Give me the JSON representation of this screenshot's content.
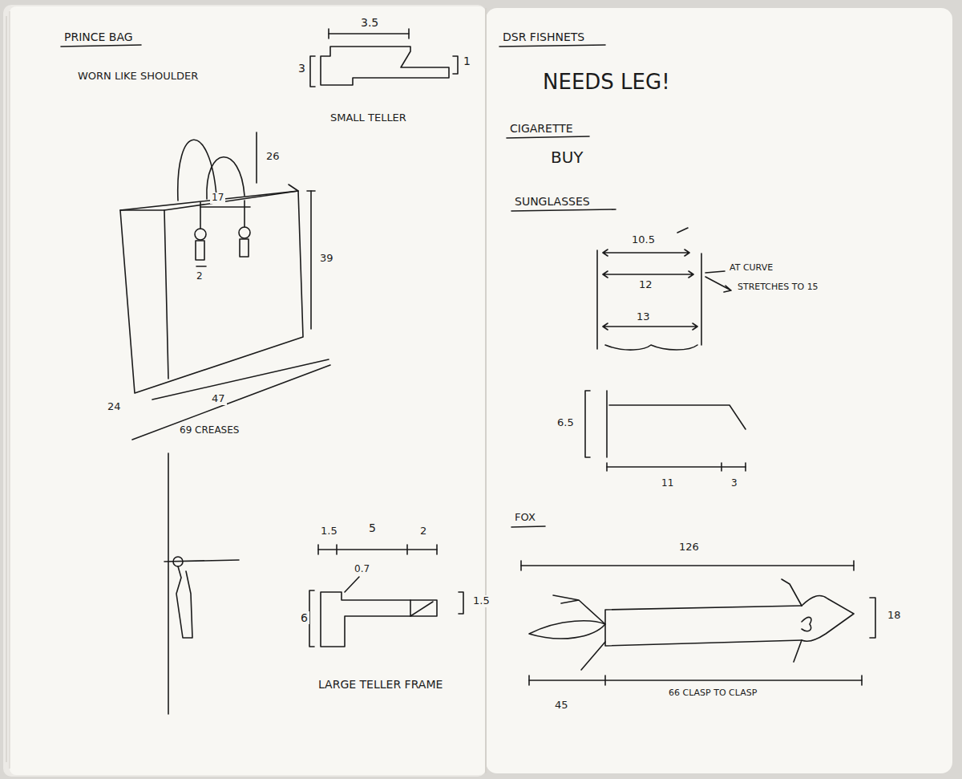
{
  "diagram": {
    "labels": [
      "PRINCE BAG",
      "WORN LIKE SHOULDER",
      "3.5",
      "3",
      "1",
      "SMALL TELLER",
      "26",
      "17",
      "2",
      "39",
      "24",
      "47",
      "69 CREASES",
      "1.5",
      "5",
      "2",
      "0.7",
      "6",
      "1.5",
      "LARGE TELLER FRAME",
      "DSR FISHNETS",
      "NEEDS LEG!",
      "CIGARETTE",
      "BUY",
      "SUNGLASSES",
      "10.5",
      "12",
      "AT CURVE",
      "STRETCHES TO 15",
      "13",
      "6.5",
      "11",
      "3",
      "FOX",
      "126",
      "18",
      "45",
      "66 CLASP TO CLASP"
    ]
  }
}
